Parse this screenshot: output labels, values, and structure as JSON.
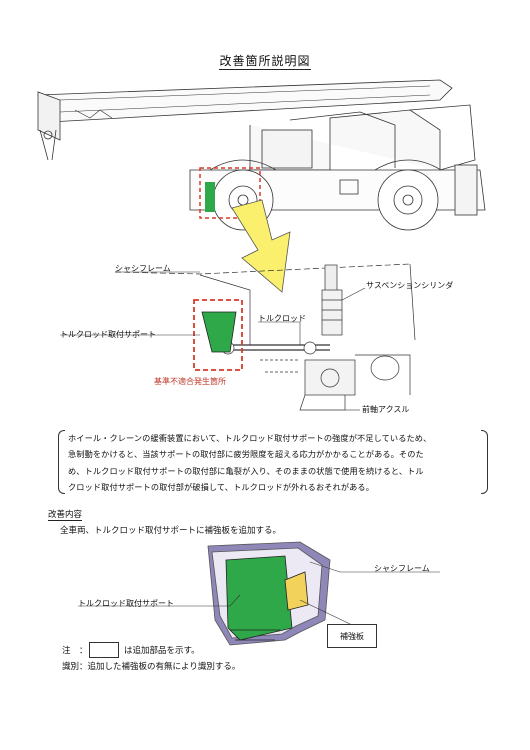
{
  "title": "改善箇所説明図",
  "diagram1": {
    "labels": {
      "chassis_frame": "シャシフレーム",
      "suspension_cylinder": "サスペンションシリンダ",
      "torque_rod": "トルクロッド",
      "torque_rod_support": "トルクロッド取付サポート",
      "nonconformity_location": "基準不適合発生箇所",
      "front_axle": "前軸アクスル"
    }
  },
  "description": {
    "lines": [
      "ホイール・クレーンの緩衝装置において、トルクロッド取付サポートの強度が不足しているため、",
      "急制動をかけると、当該サポートの取付部に疲労限度を超える応力がかかることがある。そのた",
      "め、トルクロッド取付サポートの取付部に亀裂が入り、そのままの状態で使用を続けると、トル",
      "クロッド取付サポートの取付部が破損して、トルクロッドが外れるおそれがある。"
    ]
  },
  "improvement": {
    "heading": "改善内容",
    "text": "全車両、トルクロッド取付サポートに補強板を追加する。"
  },
  "diagram2": {
    "labels": {
      "chassis_frame": "シャシフレーム",
      "torque_rod_support": "トルクロッド取付サポート",
      "reinforcement_plate": "補強板"
    }
  },
  "notes": {
    "note_prefix": "注　：",
    "note_suffix": "は追加部品を示す。",
    "identification": "識別：追加した補強板の有無により識別する。"
  },
  "colors": {
    "support_green": "#2fa84a",
    "plate_yellow": "#f2d25b",
    "highlight_red": "#d93a2b",
    "arrow_yellow": "#fbf06d",
    "frame_purple": "#8e87b8"
  }
}
